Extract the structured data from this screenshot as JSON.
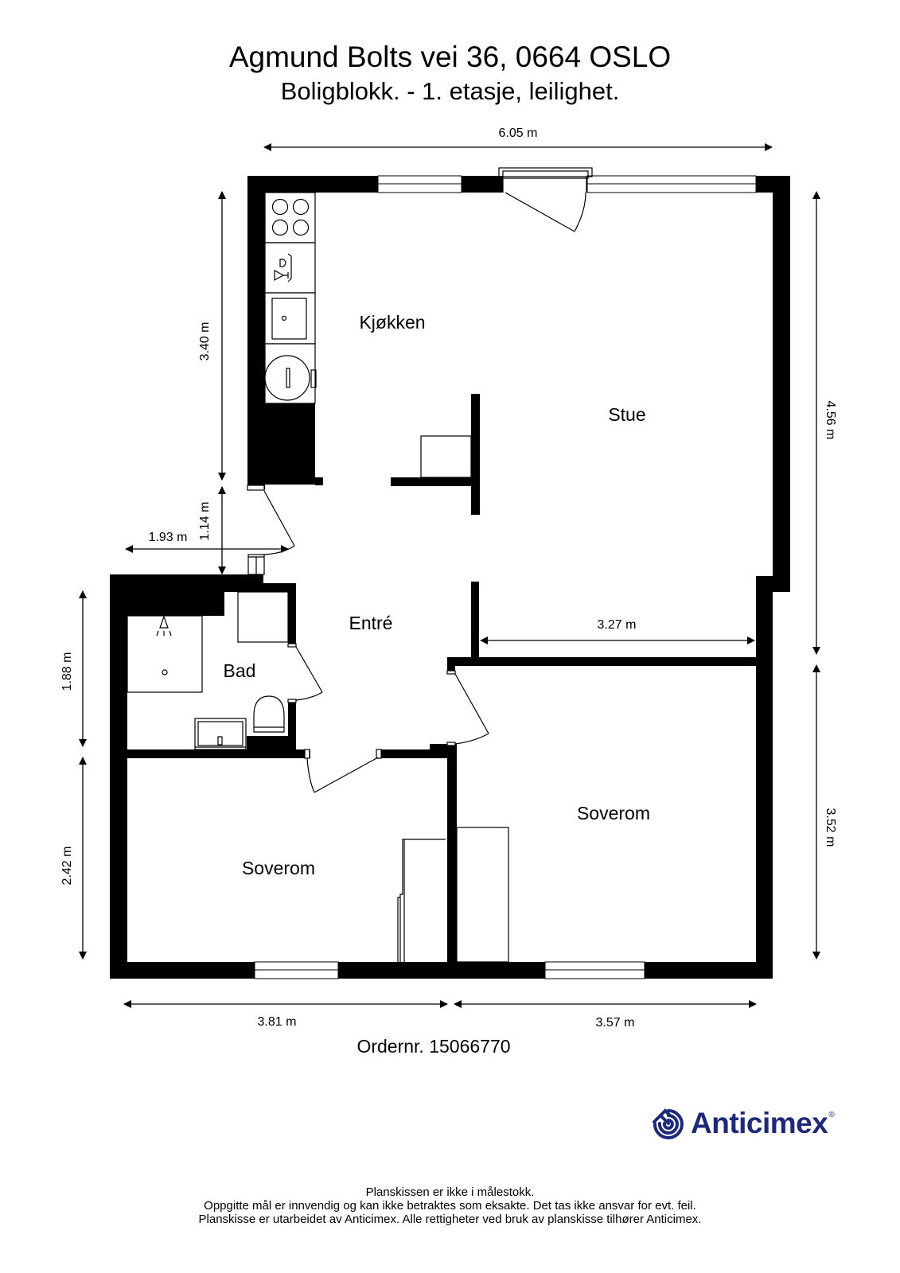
{
  "header": {
    "address": "Agmund Bolts vei 36, 0664 OSLO",
    "subtitle": "Boligblokk.  - 1. etasje, leilighet."
  },
  "rooms": {
    "kitchen": "Kjøkken",
    "living_room": "Stue",
    "entrance": "Entré",
    "bathroom": "Bad",
    "bedroom_left": "Soverom",
    "bedroom_right": "Soverom"
  },
  "dimensions": {
    "top_width": "6.05 m",
    "kitchen_height": "3.40 m",
    "hall_height": "1.14 m",
    "hall_width": "1.93 m",
    "right_upper_height": "4.56 m",
    "living_inner_width": "3.27 m",
    "bath_height": "1.88 m",
    "bedroom_left_height": "2.42 m",
    "right_lower_height": "3.52 m",
    "bottom_left_width": "3.81 m",
    "bottom_right_width": "3.57 m"
  },
  "order": "Ordernr. 15066770",
  "logo": {
    "name": "Anticimex",
    "registered": "®",
    "icon": "anticimex-spiral-icon",
    "color": "#1d2a7c"
  },
  "disclaimer": [
    "Planskissen er ikke i målestokk.",
    "Oppgitte mål er innvendig og kan ikke betraktes som eksakte. Det tas ikke ansvar for evt. feil.",
    "Planskisse er utarbeidet av Anticimex. Alle rettigheter ved bruk av planskisse tilhører Anticimex."
  ]
}
